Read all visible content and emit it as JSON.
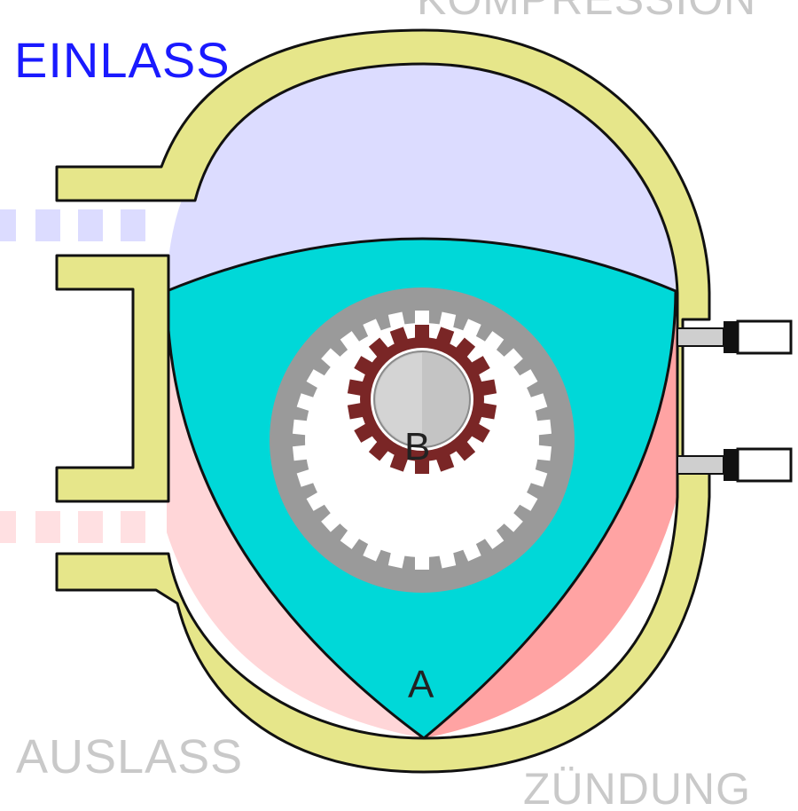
{
  "labels": {
    "intake": "EINLASS",
    "compression": "KOMPRESSION",
    "exhaust": "AUSLASS",
    "ignition": "ZÜNDUNG"
  },
  "points": {
    "rotor_apex": "A",
    "shaft_center": "B"
  },
  "colors": {
    "housing": "#e6e68a",
    "housing_outline": "#111111",
    "intake_chamber": "#dcdcff",
    "rotor": "#00d8d8",
    "exhaust_chamber": "#ffd6d8",
    "combustion_chamber": "#ffa3a3",
    "ring_gear": "#9a9a9a",
    "pinion_gear": "#7a2626",
    "shaft": "#c4c4c4",
    "intake_label": "#1a1aff",
    "faded_label": "#c9c9c9"
  }
}
